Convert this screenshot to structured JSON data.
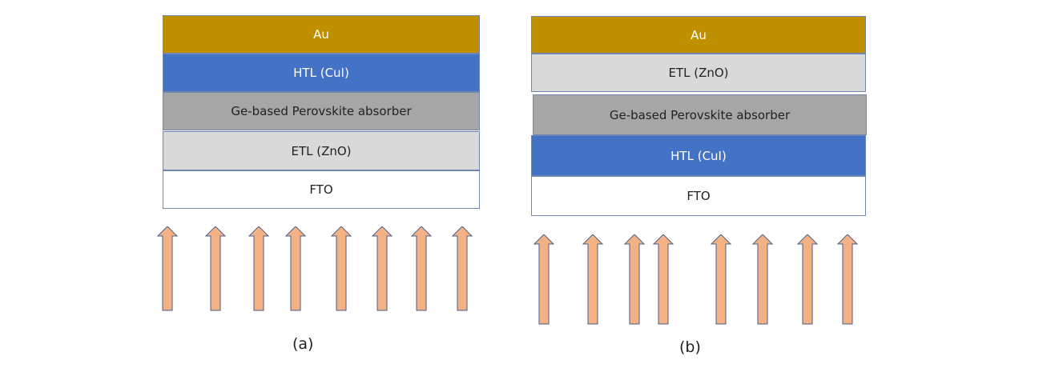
{
  "colors": {
    "gold": "#BF9000",
    "blue": "#4472C4",
    "gray": "#A6A6A6",
    "light_gray": "#D9D9D9",
    "white": "#FFFFFF",
    "arrow_fill": "#F4B183",
    "arrow_stroke": "#4A5E8C"
  },
  "diagram_a": {
    "caption": "(a)",
    "layers": [
      {
        "label": "Au",
        "color": "gold"
      },
      {
        "label": "HTL (CuI)",
        "color": "blue"
      },
      {
        "label": "Ge-based Perovskite absorber",
        "color": "gray"
      },
      {
        "label": "ETL (ZnO)",
        "color": "light_gray"
      },
      {
        "label": "FTO",
        "color": "white"
      }
    ],
    "arrow_count": 8,
    "arrow_icon": "up-arrow-icon"
  },
  "diagram_b": {
    "caption": "(b)",
    "layers": [
      {
        "label": "Au",
        "color": "gold"
      },
      {
        "label": "ETL (ZnO)",
        "color": "light_gray"
      },
      {
        "label": "Ge-based Perovskite absorber",
        "color": "gray"
      },
      {
        "label": "HTL (CuI)",
        "color": "blue"
      },
      {
        "label": "FTO",
        "color": "white"
      }
    ],
    "arrow_count": 8,
    "arrow_icon": "up-arrow-icon"
  }
}
